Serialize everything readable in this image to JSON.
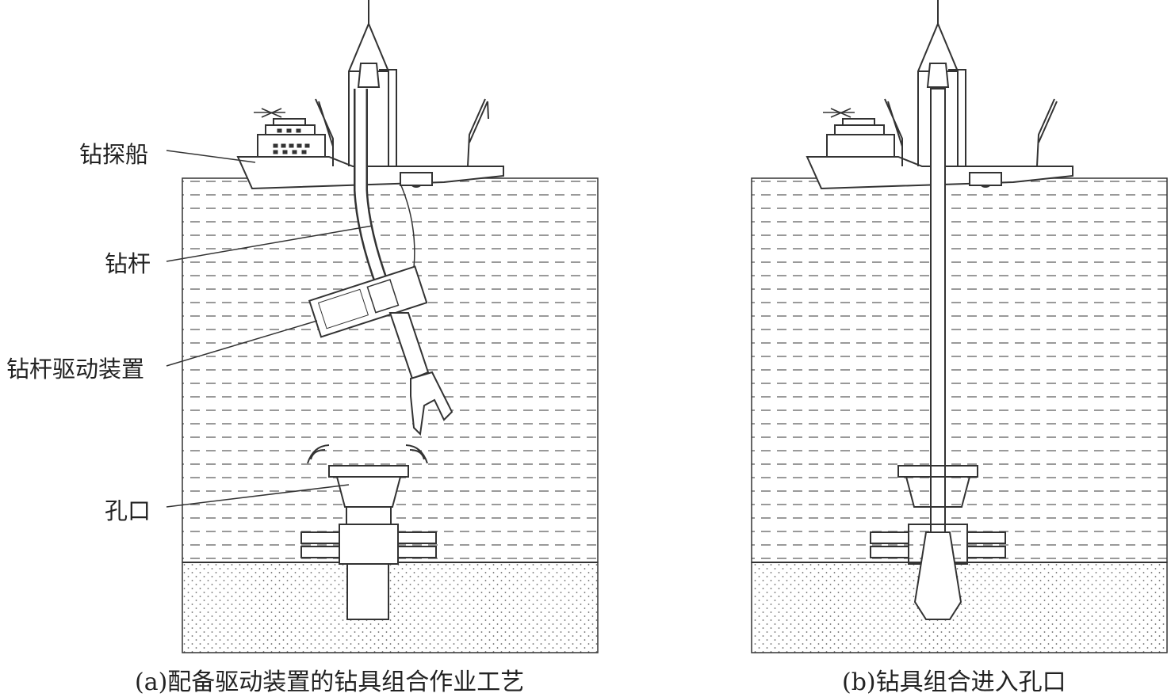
{
  "labels": {
    "ship": "钻探船",
    "drill_pipe": "钻杆",
    "drive_device": "钻杆驱动装置",
    "hole_mouth": "孔口"
  },
  "captions": {
    "a": "(a)配备驱动装置的钻具组合作业工艺",
    "b": "(b)钻具组合进入孔口"
  }
}
